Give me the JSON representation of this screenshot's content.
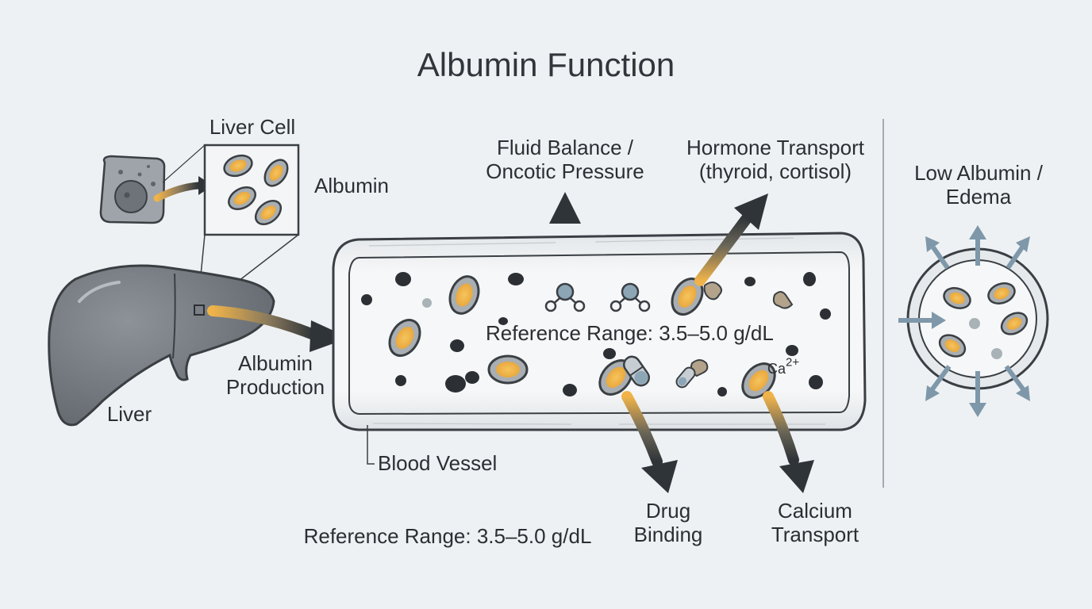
{
  "title": "Albumin Function",
  "labels": {
    "liver_cell": "Liver Cell",
    "albumin": "Albumin",
    "liver": "Liver",
    "albumin_production": [
      "Albumin",
      "Production"
    ],
    "fluid_balance": [
      "Fluid Balance /",
      "Oncotic Pressure"
    ],
    "hormone_transport": [
      "Hormone Transport",
      "(thyroid, cortisol)"
    ],
    "low_albumin": [
      "Low Albumin /",
      "Edema"
    ],
    "reference_range_inside": "Reference Range: 3.5–5.0 g/dL",
    "reference_range_bottom": "Reference Range: 3.5–5.0 g/dL",
    "blood_vessel": "Blood Vessel",
    "drug_binding": [
      "Drug",
      "Binding"
    ],
    "calcium_transport": [
      "Calcium",
      "Transport"
    ],
    "calcium_ion": "Ca",
    "calcium_charge": "2+"
  },
  "colors": {
    "background": "#eef1f3",
    "organ_gray": "#6f757b",
    "outline": "#3a3f44",
    "albumin_gold": "#f0b34a",
    "vessel_fill": "#f4f6f7",
    "arrow_dark": "#2f3438",
    "edema_arrow": "#7e98aa"
  },
  "icons": [
    "liver-icon",
    "liver-cell-icon",
    "albumin-protein-icon",
    "water-molecule-icon",
    "hormone-molecule-icon",
    "drug-capsule-icon",
    "edema-cross-section-icon"
  ]
}
